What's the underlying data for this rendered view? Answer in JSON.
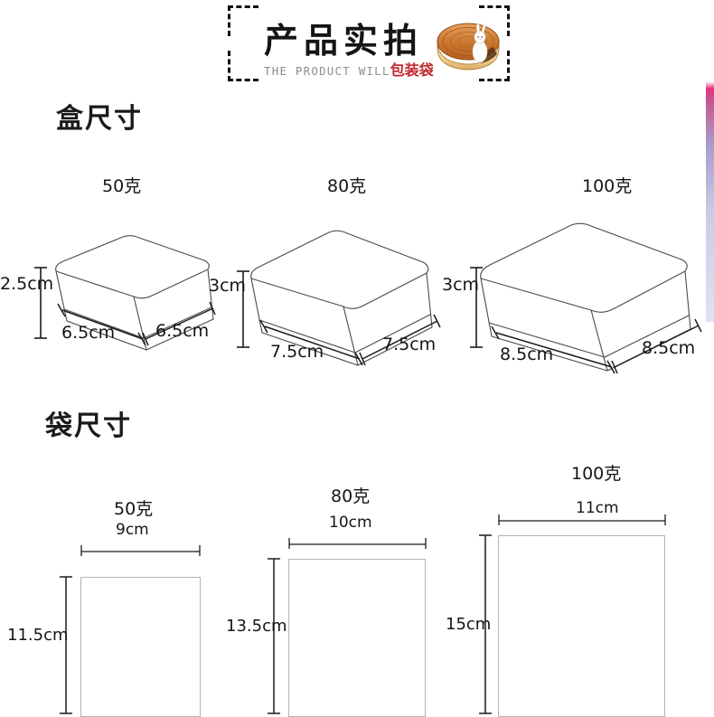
{
  "header": {
    "title": "产品实拍",
    "subtitle_english": "THE PRODUCT WILL",
    "subtitle_chinese": "包装袋",
    "mooncake_icon": "mooncake-rabbit-icon",
    "corner_bracket_color": "#111111",
    "accent_red": "#c1272d",
    "subtitle_gray": "#8d8d8d"
  },
  "sections": {
    "box": {
      "title": "盒尺寸",
      "items": [
        {
          "weight": "50克",
          "height_label": "2.5cm",
          "width_label": "6.5cm",
          "depth_label": "6.5cm"
        },
        {
          "weight": "80克",
          "height_label": "3cm",
          "width_label": "7.5cm",
          "depth_label": "7.5cm"
        },
        {
          "weight": "100克",
          "height_label": "3cm",
          "width_label": "8.5cm",
          "depth_label": "8.5cm"
        }
      ]
    },
    "bag": {
      "title": "袋尺寸",
      "items": [
        {
          "weight": "50克",
          "width_label": "9cm",
          "height_label": "11.5cm"
        },
        {
          "weight": "80克",
          "width_label": "10cm",
          "height_label": "13.5cm"
        },
        {
          "weight": "100克",
          "width_label": "11cm",
          "height_label": "15cm"
        }
      ]
    }
  },
  "style": {
    "line_color": "#4a4a4a",
    "bag_border_color": "#b3b3b3",
    "background": "#ffffff"
  }
}
